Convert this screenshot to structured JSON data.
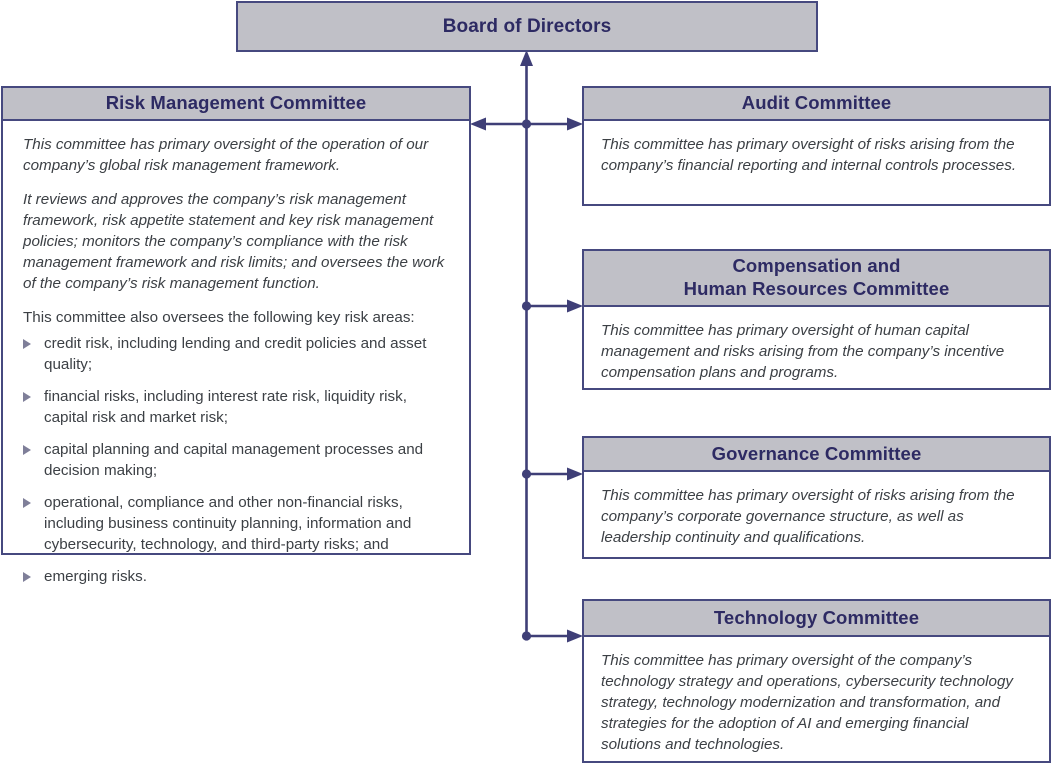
{
  "colors": {
    "border": "#46497f",
    "header_fill": "#c0c0c7",
    "header_text": "#2d2a63",
    "body_text": "#3c4045",
    "connector": "#3f3f77",
    "bullet": "#7f7f99"
  },
  "board": {
    "title": "Board of Directors"
  },
  "risk_management_committee": {
    "title": "Risk Management Committee",
    "paragraphs": [
      "This committee has primary oversight of the operation of our company’s global risk management framework.",
      "It reviews and approves the company’s risk management framework, risk appetite statement and key risk management policies; monitors the company’s compliance with the risk management framework and risk limits; and oversees the work of the company’s risk management function."
    ],
    "bullets_intro": "This committee also oversees the following key risk areas:",
    "bullets": [
      "credit risk, including lending and credit policies and asset quality;",
      "financial risks, including interest rate risk, liquidity risk, capital risk and market risk;",
      "capital planning and capital management processes and decision making;",
      "operational, compliance and other non-financial risks, including business continuity planning, information and cybersecurity, technology, and third-party risks; and",
      "emerging risks."
    ]
  },
  "committees": [
    {
      "id": "audit",
      "title_lines": [
        "Audit Committee"
      ],
      "paragraphs": [
        "This committee has primary oversight of risks arising from the company’s financial reporting and internal controls processes."
      ]
    },
    {
      "id": "compensation",
      "title_lines": [
        "Compensation and",
        "Human Resources Committee"
      ],
      "paragraphs": [
        "This committee has primary oversight of human capital management and risks arising from the company’s incentive compensation plans and programs."
      ]
    },
    {
      "id": "governance",
      "title_lines": [
        "Governance Committee"
      ],
      "paragraphs": [
        "This committee has primary oversight of risks arising from the company’s corporate governance structure, as well as leadership continuity and qualifications."
      ]
    },
    {
      "id": "technology",
      "title_lines": [
        "Technology Committee"
      ],
      "paragraphs": [
        "This committee has primary oversight of the company’s technology strategy and operations, cybersecurity technology strategy, technology modernization and transformation, and strategies for the adoption of AI and emerging financial solutions and technologies."
      ]
    }
  ]
}
